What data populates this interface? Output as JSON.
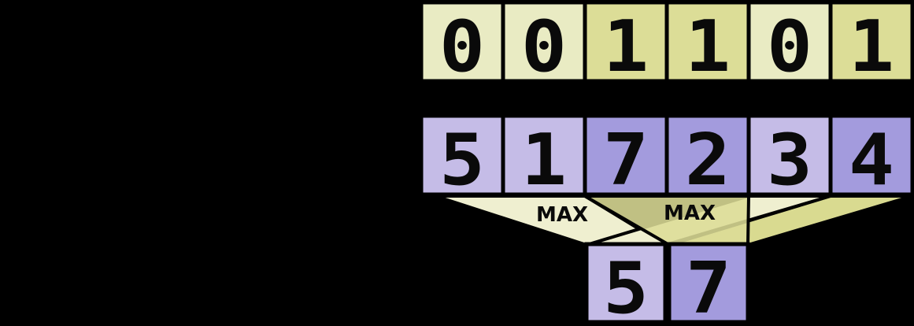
{
  "diagram": {
    "kind": "masked-max-reduction"
  },
  "mask_row": {
    "values": [
      "0",
      "0",
      "1",
      "1",
      "0",
      "1"
    ]
  },
  "vector_row": {
    "values": [
      "5",
      "1",
      "7",
      "2",
      "3",
      "4"
    ]
  },
  "result_row": {
    "values": [
      "5",
      "7"
    ],
    "from_mask": [
      "0",
      "1"
    ]
  },
  "operation": {
    "left_label": "MAX",
    "right_label": "MAX"
  },
  "colors": {
    "background": "#000000",
    "mask_off_fill": "#e9ebc3",
    "mask_on_fill": "#dcdd97",
    "vector_off_fill": "#c5bce7",
    "vector_on_fill": "#a39bdd",
    "funnel_light": "#efefd0",
    "funnel_dark": "#dcdd97",
    "funnel_dark_right": "#d9da90",
    "outline": "#000000",
    "digit": "#0a0a0a",
    "label": "#0a0a0a"
  }
}
